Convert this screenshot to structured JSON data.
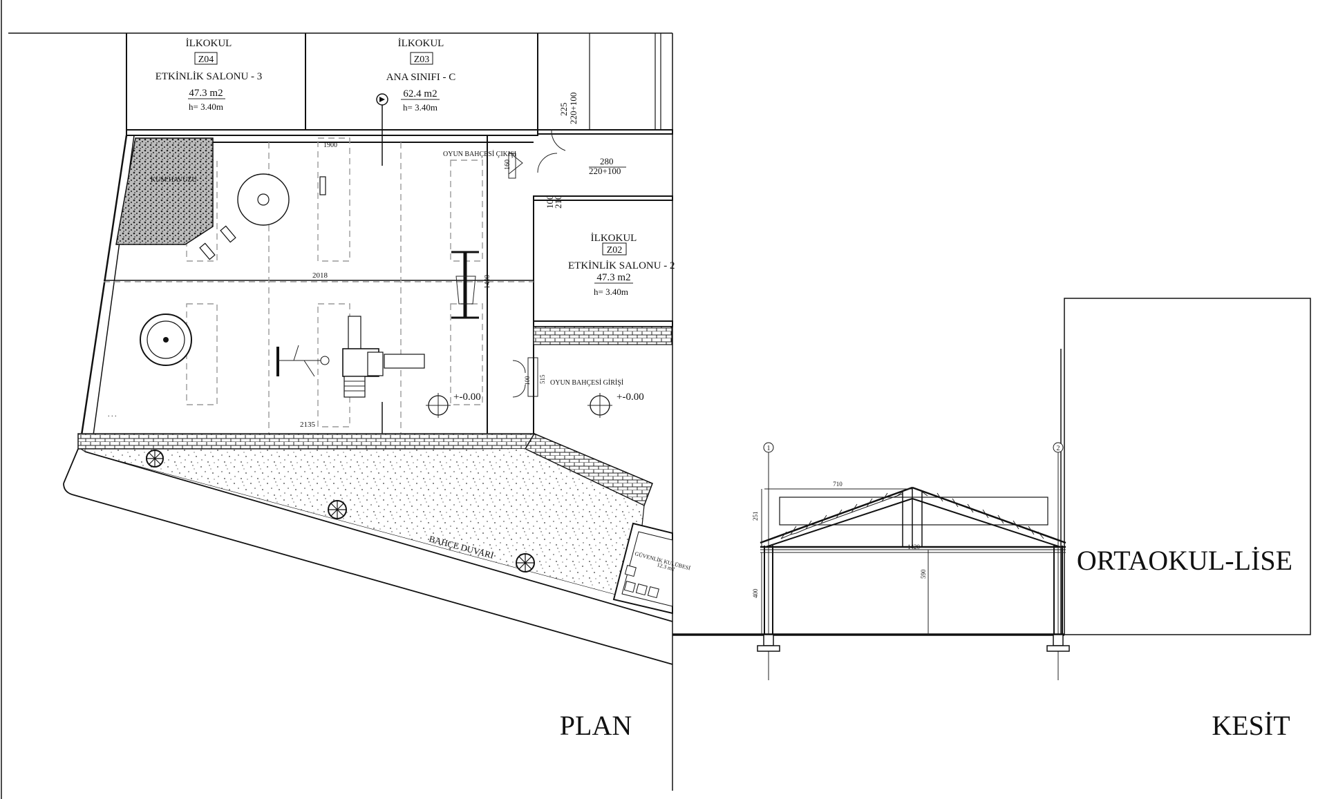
{
  "titles": {
    "plan": "PLAN",
    "section": "KESİT"
  },
  "rooms": {
    "z04": {
      "school": "İLKOKUL",
      "code": "Z04",
      "name": "ETKİNLİK SALONU - 3",
      "area": "47.3 m2",
      "height": "h=  3.40m"
    },
    "z03": {
      "school": "İLKOKUL",
      "code": "Z03",
      "name": "ANA SINIFI - C",
      "area": "62.4 m2",
      "height": "h=  3.40m"
    },
    "z02": {
      "school": "İLKOKUL",
      "code": "Z02",
      "name": "ETKİNLİK SALONU - 2",
      "area": "47.3 m2",
      "height": "h=  3.40m"
    }
  },
  "plan_labels": {
    "sandpit": "KUM HAVUZU",
    "playground_exit": "OYUN BAHÇESİ ÇIKIŞI",
    "playground_entrance": "OYUN BAHÇESİ GİRİŞİ",
    "garden_wall": "BAHÇE DUVARI",
    "security": "GÜVENLİK KULÜBESİ",
    "security_area": "12.3 m2",
    "level_1": "+-0.00",
    "level_2": "+-0.00"
  },
  "plan_dimensions": {
    "d1900": "1900",
    "d2018": "2018",
    "d2135": "2135",
    "d1400": "1400",
    "d160": "160",
    "d225": "225",
    "d220_100_a": "220+100",
    "d280": "280",
    "d220_100_b": "220+100",
    "d100": "100",
    "d210": "210",
    "d100b": "100",
    "d515": "515"
  },
  "section_labels": {
    "building": "ORTAOKUL-LİSE",
    "axis_1": "1",
    "axis_2": "2",
    "d710": "710",
    "d1420": "1420",
    "d251": "251",
    "d400": "400",
    "d590": "590"
  }
}
